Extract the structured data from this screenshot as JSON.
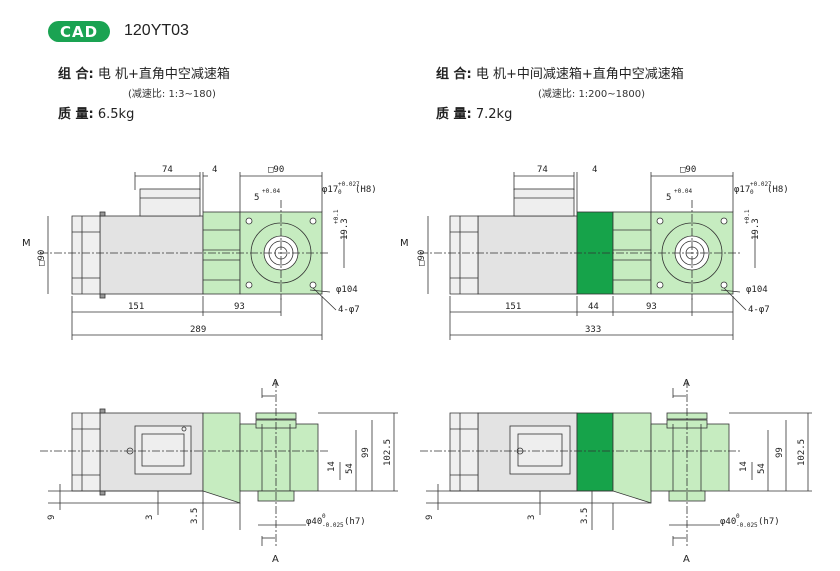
{
  "header": {
    "badge": "CAD",
    "model": "120YT03"
  },
  "specs": [
    {
      "combo_label": "组 合:",
      "combo_value": "电 机+直角中空减速箱",
      "ratio": "(减速比: 1:3~180)",
      "weight_label": "质 量:",
      "weight_value": "6.5kg"
    },
    {
      "combo_label": "组 合:",
      "combo_value": "电 机+中间减速箱+直角中空减速箱",
      "ratio": "(减速比: 1:200~1800)",
      "weight_label": "质 量:",
      "weight_value": "7.2kg"
    }
  ],
  "drawing_left_top": {
    "dim_74": "74",
    "dim_4": "4",
    "dim_sq90_top": "□90",
    "dim_5": "5",
    "dim_5_tol": "+0.04",
    "dim_phi17": "φ17",
    "dim_phi17_tol": "+0.027",
    "dim_phi17_zero": "0",
    "dim_phi17_fit": "(H8)",
    "dim_19": "19.3",
    "dim_19_tol": "+0.1",
    "dim_M": "M",
    "dim_sq90_side": "□90",
    "dim_phi104": "φ104",
    "dim_4phi7": "4-φ7",
    "dim_151": "151",
    "dim_93": "93",
    "dim_total": "289"
  },
  "drawing_right_top": {
    "dim_74": "74",
    "dim_4": "4",
    "dim_sq90_top": "□90",
    "dim_5": "5",
    "dim_5_tol": "+0.04",
    "dim_phi17": "φ17",
    "dim_phi17_tol": "+0.027",
    "dim_phi17_zero": "0",
    "dim_phi17_fit": "(H8)",
    "dim_19": "19.3",
    "dim_19_tol": "+0.1",
    "dim_M": "M",
    "dim_sq90_side": "□90",
    "dim_phi104": "φ104",
    "dim_4phi7": "4-φ7",
    "dim_151": "151",
    "dim_44": "44",
    "dim_93": "93",
    "dim_total": "333"
  },
  "drawing_bottom": {
    "dim_A": "A",
    "dim_14": "14",
    "dim_54": "54",
    "dim_99": "99",
    "dim_1025": "102.5",
    "dim_9": "9",
    "dim_3": "3",
    "dim_35": "3.5",
    "dim_phi40": "φ40",
    "dim_phi40_tol": "0",
    "dim_phi40_tol2": "-0.025",
    "dim_phi40_fit": "(h7)"
  }
}
